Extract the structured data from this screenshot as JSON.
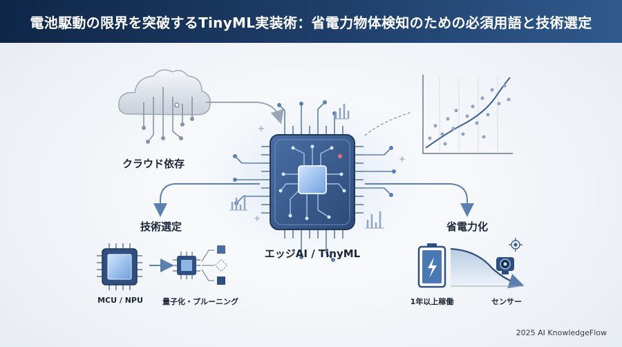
{
  "header": {
    "title": "電池駆動の限界を突破するTinyML実装術：省電力物体検知のための必須用語と技術選定"
  },
  "nodes": {
    "cloud": "クラウド依存",
    "chip": "エッジAI / TinyML",
    "tech": "技術選定",
    "power": "省電力化",
    "mcu": "MCU / NPU",
    "quant": "量子化・プルーニング",
    "battery": "1年以上稼働",
    "sensor": "センサー"
  },
  "footer": {
    "credit": "2025 AI KnowledgeFlow"
  },
  "colors": {
    "header": "#1f3f6b",
    "chip": "#3d5f92",
    "accent": "#5b7fae",
    "text": "#1d2636"
  },
  "icons": [
    "cloud-icon",
    "chip-icon",
    "mcu-chip-icon",
    "quantized-chip-icon",
    "battery-icon",
    "camera-sensor-icon",
    "scatter-plot-icon",
    "bar-chart-icon",
    "crosshair-icon"
  ]
}
